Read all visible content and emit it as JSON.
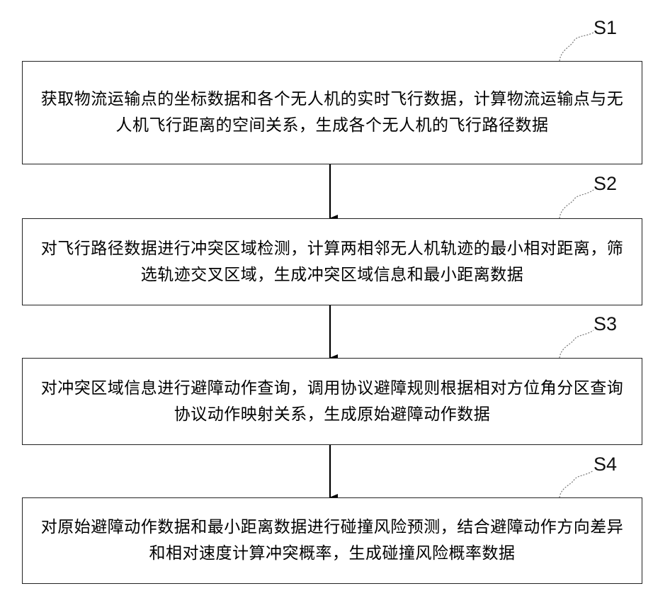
{
  "steps": [
    {
      "label": "S1",
      "text": "获取物流运输点的坐标数据和各个无人机的实时飞行数据，计算物流运输点与无人机飞行距离的空间关系，生成各个无人机的飞行路径数据"
    },
    {
      "label": "S2",
      "text": "对飞行路径数据进行冲突区域检测，计算两相邻无人机轨迹的最小相对距离，筛选轨迹交叉区域，生成冲突区域信息和最小距离数据"
    },
    {
      "label": "S3",
      "text": "对冲突区域信息进行避障动作查询，调用协议避障规则根据相对方位角分区查询协议动作映射关系，生成原始避障动作数据"
    },
    {
      "label": "S4",
      "text": "对原始避障动作数据和最小距离数据进行碰撞风险预测，结合避障动作方向差异和相对速度计算冲突概率，生成碰撞风险概率数据"
    }
  ]
}
